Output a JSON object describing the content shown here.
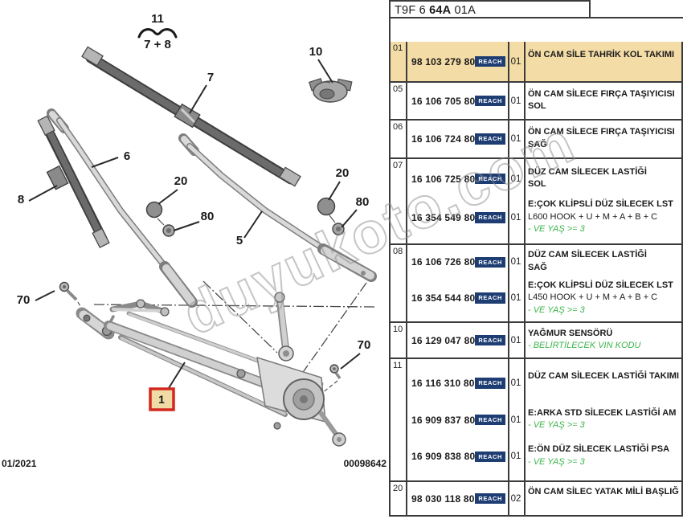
{
  "header": {
    "code_prefix": "T9F 6 ",
    "code_bold": "64A",
    "code_suffix": " 01A"
  },
  "badges": {
    "reach": "REACH"
  },
  "colors": {
    "highlight_row": "#f3dca6",
    "badge_bg": "#1e3d73",
    "green_note": "#3cb54c",
    "callout_box_border": "#d3281e",
    "callout_box_fill": "#f0dba6"
  },
  "diagram": {
    "labels": {
      "group": "11",
      "group_sub": "7 + 8",
      "p10": "10",
      "p7": "7",
      "p6": "6",
      "p8": "8",
      "p20a": "20",
      "p80a": "80",
      "p5": "5",
      "p20b": "20",
      "p80b": "80",
      "p70a": "70",
      "p70b": "70",
      "p1": "1"
    },
    "footer": {
      "date": "01/2021",
      "doc_number": "00098642"
    },
    "watermark": "duyukoto.com"
  },
  "table": {
    "rows": [
      {
        "ref": "01",
        "highlight": true,
        "entries": [
          {
            "part": "98 103 279 80",
            "qty": "01",
            "desc": [
              {
                "t": "ÖN CAM SİLE TAHRİK KOL TAKIMI",
                "s": "b"
              }
            ]
          }
        ]
      },
      {
        "ref": "05",
        "entries": [
          {
            "part": "16 106 705 80",
            "qty": "01",
            "desc": [
              {
                "t": "ÖN CAM SİLECE FIRÇA TAŞIYICISI",
                "s": "b"
              },
              {
                "t": "SOL",
                "s": "b"
              }
            ]
          }
        ]
      },
      {
        "ref": "06",
        "entries": [
          {
            "part": "16 106 724 80",
            "qty": "01",
            "desc": [
              {
                "t": "ÖN CAM SİLECE FIRÇA TAŞIYICISI",
                "s": "b"
              },
              {
                "t": "SAĞ",
                "s": "b"
              }
            ]
          }
        ]
      },
      {
        "ref": "07",
        "entries": [
          {
            "part": "16 106 725 80",
            "qty": "01",
            "desc": [
              {
                "t": "DÜZ CAM SİLECEK LASTİĞİ",
                "s": "b"
              },
              {
                "t": "SOL",
                "s": "b"
              }
            ]
          },
          {
            "part": "16 354 549 80",
            "qty": "01",
            "desc": [
              {
                "t": "E:ÇOK KLİPSLİ DÜZ SİLECEK LST",
                "s": "b"
              },
              {
                "t": "L600 HOOK + U + M + A + B + C",
                "s": "p"
              },
              {
                "t": "- VE YAŞ >= 3",
                "s": "g"
              }
            ]
          }
        ]
      },
      {
        "ref": "08",
        "entries": [
          {
            "part": "16 106 726 80",
            "qty": "01",
            "desc": [
              {
                "t": "DÜZ CAM SİLECEK LASTİĞİ",
                "s": "b"
              },
              {
                "t": "SAĞ",
                "s": "b"
              }
            ]
          },
          {
            "part": "16 354 544 80",
            "qty": "01",
            "desc": [
              {
                "t": "E:ÇOK KLİPSLİ DÜZ SİLECEK LST",
                "s": "b"
              },
              {
                "t": "L450 HOOK + U + M + A + B + C",
                "s": "p"
              },
              {
                "t": "- VE YAŞ >= 3",
                "s": "g"
              }
            ]
          }
        ]
      },
      {
        "ref": "10",
        "entries": [
          {
            "part": "16 129 047 80",
            "qty": "01",
            "desc": [
              {
                "t": "YAĞMUR SENSÖRÜ",
                "s": "b"
              },
              {
                "t": "- BELİRTİLECEK VIN KODU",
                "s": "g"
              }
            ]
          }
        ]
      },
      {
        "ref": "11",
        "entries": [
          {
            "part": "16 116 310 80",
            "qty": "01",
            "desc": [
              {
                "t": "DÜZ CAM SİLECEK LASTİĞİ TAKIMI",
                "s": "b"
              }
            ]
          },
          {
            "part": "16 909 837 80",
            "qty": "01",
            "desc": [
              {
                "t": "E:ARKA STD SİLECEK LASTİĞİ AM",
                "s": "b"
              },
              {
                "t": "- VE YAŞ >= 3",
                "s": "g"
              }
            ]
          },
          {
            "part": "16 909 838 80",
            "qty": "01",
            "desc": [
              {
                "t": "E:ÖN DÜZ SİLECEK LASTİĞİ PSA",
                "s": "b"
              },
              {
                "t": "- VE YAŞ >= 3",
                "s": "g"
              }
            ]
          }
        ]
      },
      {
        "ref": "20",
        "entries": [
          {
            "part": "98 030 118 80",
            "qty": "02",
            "desc": [
              {
                "t": "ÖN CAM SİLEC YATAK MİLİ BAŞLIĞ",
                "s": "b"
              }
            ]
          }
        ]
      }
    ]
  }
}
